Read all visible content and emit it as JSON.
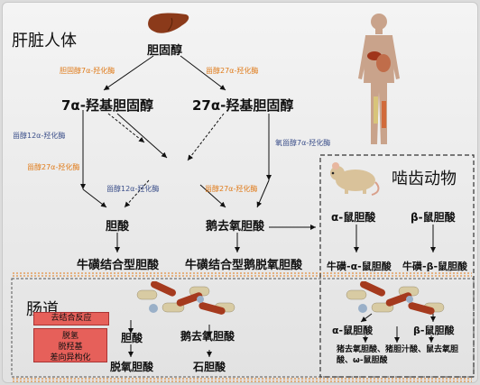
{
  "sections": {
    "liver": "肝脏人体",
    "rodent": "啮齿动物",
    "gut": "肠道"
  },
  "nodes": {
    "cholesterol": "胆固醇",
    "hydroxy7a": "7α-羟基胆固醇",
    "hydroxy27a": "27α-羟基胆固醇",
    "cholic": "胆酸",
    "cdca": "鹅去氧胆酸",
    "tauro_cholic": "牛磺结合型胆酸",
    "tauro_cdca": "牛磺结合型鹅脱氧胆酸",
    "a_muricholic": "α-鼠胆酸",
    "b_muricholic": "β-鼠胆酸",
    "tauro_a_muricholic": "牛磺-α-鼠胆酸",
    "tauro_b_muricholic": "牛磺-β-鼠胆酸",
    "gut_cholic": "胆酸",
    "gut_cdca": "鹅去氧胆酸",
    "deoxycholic": "脱氧胆酸",
    "lithocholic": "石胆酸",
    "gut_a_muricholic": "α-鼠胆酸",
    "gut_b_muricholic": "β-鼠胆酸",
    "rodent_secondary": "猪去氧胆酸、猪胆汁酸、鼠去氧胆酸、ω-鼠胆酸"
  },
  "enzymes": {
    "e1": "胆固醇7α-羟化酶",
    "e2": "甾醇27α-羟化酶",
    "e3": "甾醇12α-羟化酶",
    "e4": "甾醇27α-羟化酶",
    "e5": "甾醇12α-羟化酶",
    "e6": "甾醇27α-羟化酶",
    "e7": "氧甾醇7α-羟化酶"
  },
  "gut_reactions": {
    "deconjugation": "去结合反应",
    "dehydroxylation": "脱氢\n脱羟基\n差向异构化"
  },
  "colors": {
    "orange_enzyme": "#e07b1a",
    "blue_enzyme": "#3b4f8a",
    "reaction_box": "#e6605a",
    "liver": "#8b3a1a"
  }
}
